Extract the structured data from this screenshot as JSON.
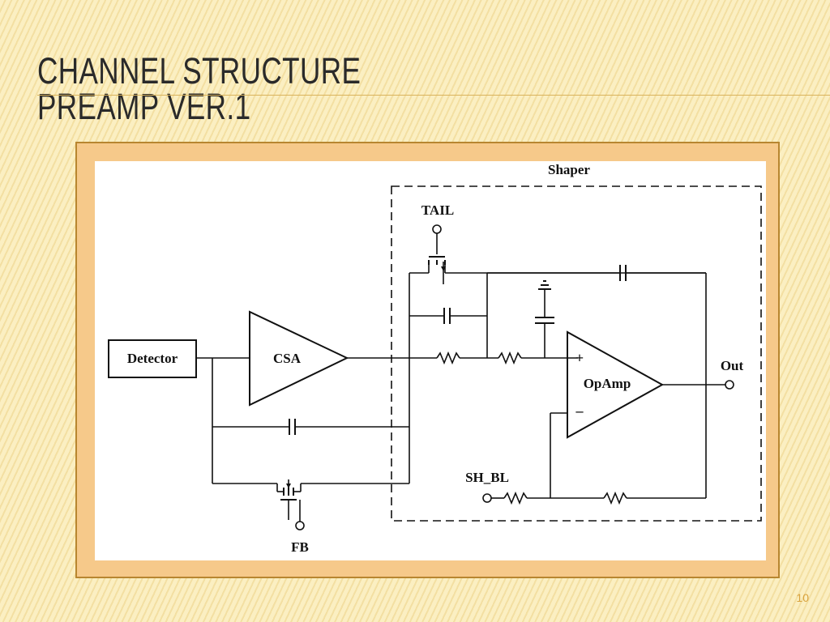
{
  "slide": {
    "title_line1": "Channel structure",
    "title_line2": "Preamp ver.1",
    "page_number": "10"
  },
  "diagram": {
    "labels": {
      "detector": "Detector",
      "csa": "CSA",
      "shaper": "Shaper",
      "tail": "TAIL",
      "opamp": "OpAmp",
      "plus": "+",
      "minus": "–",
      "out": "Out",
      "sh_bl": "SH_BL",
      "fb": "FB"
    }
  }
}
